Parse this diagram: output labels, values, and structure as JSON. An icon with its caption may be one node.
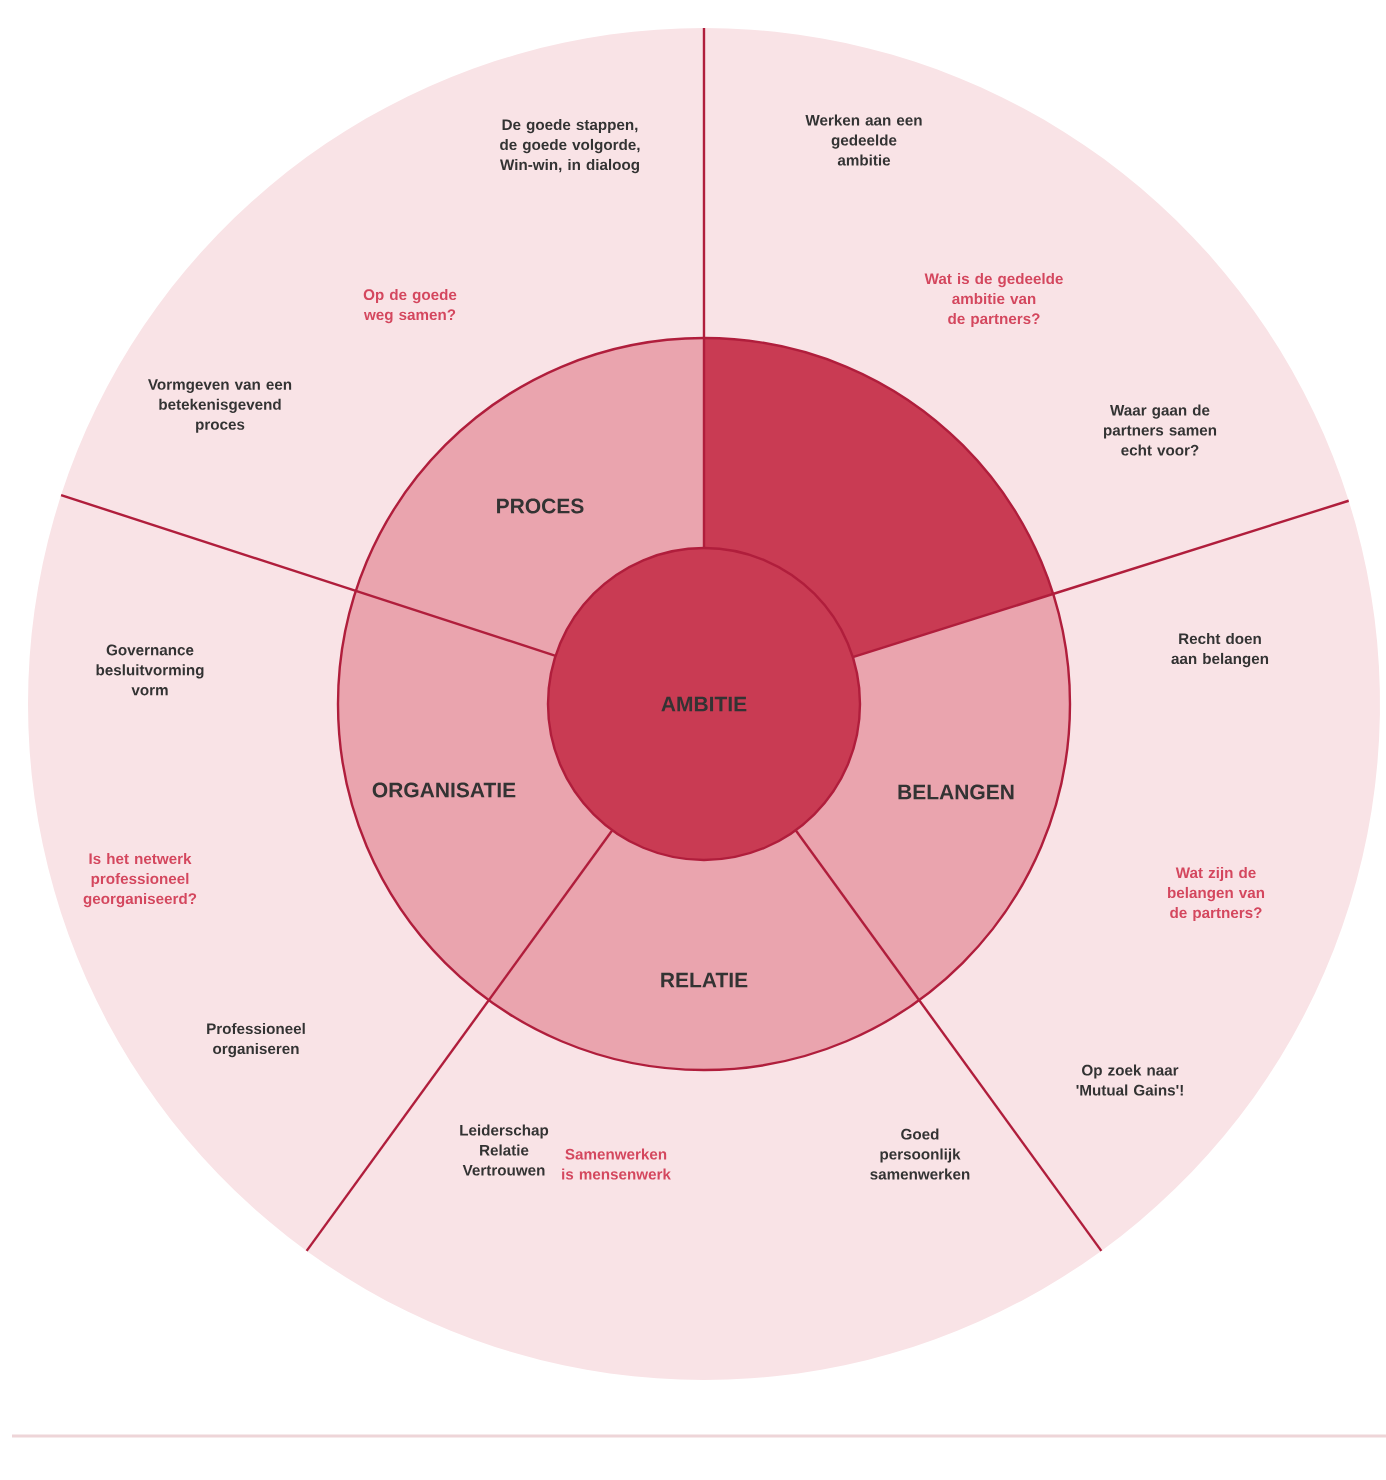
{
  "diagram": {
    "nodes": [
      {
        "text": [
          "AMBITIE"
        ]
      },
      {
        "text": [
          "PROCES"
        ]
      },
      {
        "text": [
          "ORGANISATIE"
        ]
      },
      {
        "text": [
          "BELANGEN"
        ]
      },
      {
        "text": [
          "RELATIE"
        ]
      },
      {
        "text": [
          "De goede stappen, de goede volgorde, Win-win, in dialoog",
          "Op de goede weg samen?",
          "Vormgeven van een betekenisgevend proces"
        ]
      },
      {
        "text": [
          "Werken aan een gedeelde ambitie",
          "Wat is de gedeelde ambitie van de partners?",
          "Waar gaan de partners samen echt voor?"
        ]
      },
      {
        "text": [
          "Recht doen aan belangen",
          "Wat zijn de belangen van de partners?",
          "Op zoek naar 'Mutual Gains'!"
        ]
      },
      {
        "text": [
          "Leiderschap Relatie Vertrouwen",
          "Samenwerken is mensenwerk",
          "Goed persoonlijk samenwerken"
        ]
      },
      {
        "text": [
          "Governance besluitvorming vorm",
          "Is het netwerk professioneel georganiseerd?",
          "Professioneel organiseren"
        ]
      }
    ]
  }
}
